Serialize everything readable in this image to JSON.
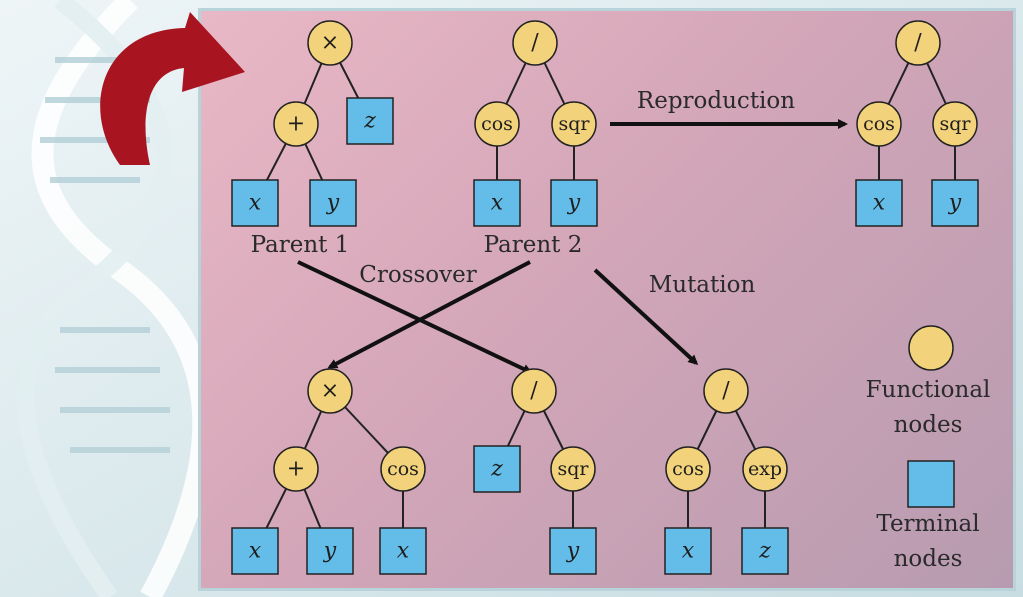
{
  "labels": {
    "parent1": "Parent 1",
    "parent2": "Parent 2",
    "reproduction": "Reproduction",
    "crossover": "Crossover",
    "mutation": "Mutation",
    "functional_line1": "Functional",
    "functional_line2": "nodes",
    "terminal_line1": "Terminal",
    "terminal_line2": "nodes"
  },
  "trees": {
    "parent1": {
      "root": "×",
      "left": "+",
      "right": "z",
      "left_left": "x",
      "left_right": "y"
    },
    "parent2": {
      "root": "/",
      "left": "cos",
      "right": "sqr",
      "left_child": "x",
      "right_child": "y"
    },
    "reproduction": {
      "root": "/",
      "left": "cos",
      "right": "sqr",
      "left_child": "x",
      "right_child": "y"
    },
    "crossover1": {
      "root": "×",
      "left": "+",
      "right": "cos",
      "left_left": "x",
      "left_right": "y",
      "right_child": "x"
    },
    "crossover2": {
      "root": "/",
      "left": "z",
      "right": "sqr",
      "right_child": "y"
    },
    "mutation": {
      "root": "/",
      "left": "cos",
      "right": "exp",
      "left_child": "x",
      "right_child": "z"
    }
  },
  "colors": {
    "functional_node": "#f2d27a",
    "terminal_node": "#63bde8",
    "arrow": "#111111",
    "dna_arrow": "#a3141e"
  }
}
